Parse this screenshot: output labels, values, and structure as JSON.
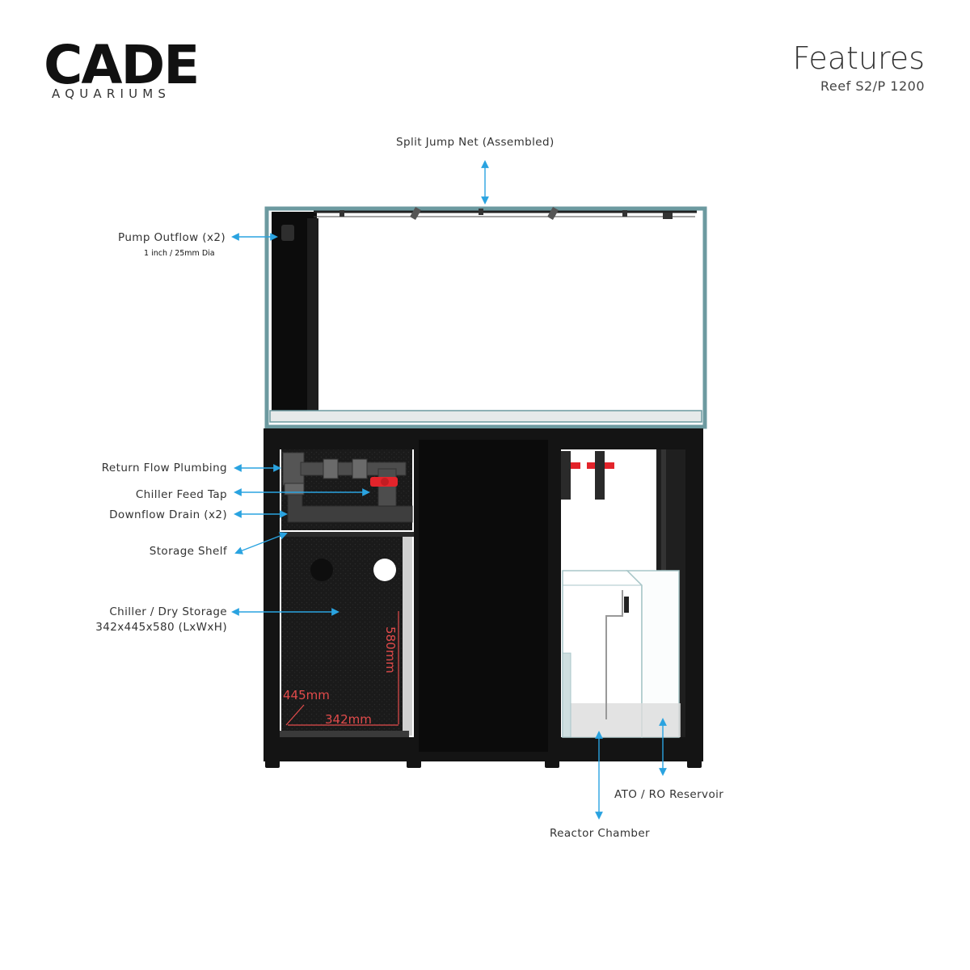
{
  "brand": {
    "name": "CADE",
    "tagline": "AQUARIUMS"
  },
  "header": {
    "title": "Features",
    "model": "Reef S2/P 1200"
  },
  "colors": {
    "arrow": "#2aa3e0",
    "dimension": "#e24b4b",
    "glass_edge": "#6c9aa0",
    "valve": "#e3242b",
    "cabinet": "#141414"
  },
  "callouts": {
    "jump_net": "Split Jump Net (Assembled)",
    "pump_outflow": "Pump Outflow (x2)",
    "pump_outflow_detail": "1 inch / 25mm Dia",
    "return_flow": "Return Flow Plumbing",
    "chiller_feed": "Chiller Feed Tap",
    "downflow_drain": "Downflow Drain (x2)",
    "storage_shelf": "Storage Shelf",
    "chiller_storage": "Chiller / Dry Storage",
    "chiller_storage_dims": "342x445x580 (LxWxH)",
    "ato_reservoir": "ATO / RO Reservoir",
    "reactor_chamber": "Reactor Chamber"
  },
  "dimensions": {
    "height": "580mm",
    "depth": "445mm",
    "width": "342mm"
  }
}
